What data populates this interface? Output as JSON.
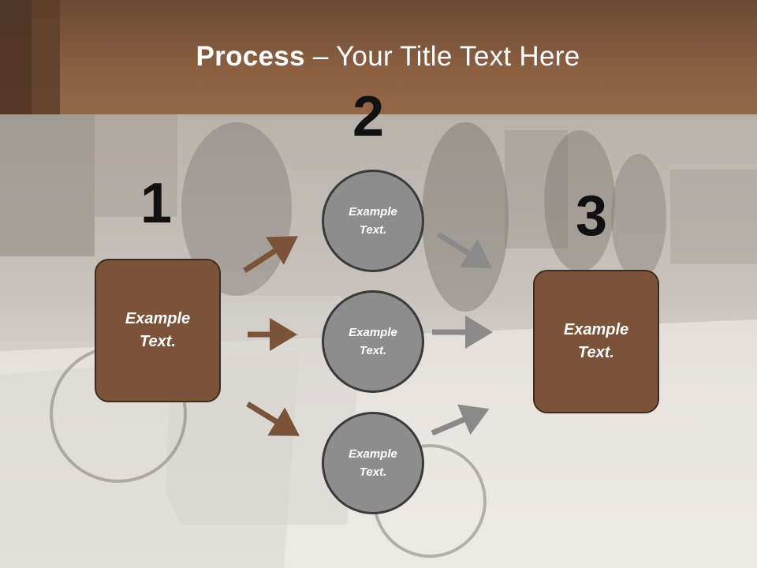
{
  "slide": {
    "title_bold": "Process",
    "title_rest": " – Your Title Text Here",
    "step_numbers": [
      "1",
      "2",
      "3"
    ],
    "left_box_text": "Example Text.",
    "right_box_text": "Example Text.",
    "circles": [
      "Example Text.",
      "Example Text.",
      "Example Text."
    ]
  },
  "colors": {
    "header": "#8a5f42",
    "box_fill": "#7a5339",
    "circle_fill": "#8d8d8d",
    "arrow_brown": "#7a5339",
    "arrow_gray": "#8a8a8a"
  }
}
